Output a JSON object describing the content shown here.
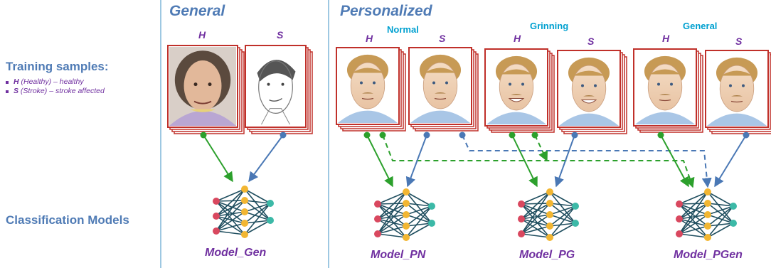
{
  "left_panel": {
    "training_title": "Training samples:",
    "legend": [
      {
        "key": "H",
        "text": " (Healthy) – healthy"
      },
      {
        "key": "S",
        "text": " (Stroke) – stroke affected"
      }
    ],
    "models_title": "Classification Models"
  },
  "sections": {
    "general": "General",
    "personalized": "Personalized"
  },
  "variants": [
    "Normal",
    "Grinning",
    "General"
  ],
  "sample_labels": {
    "h": "H",
    "s": "S"
  },
  "models": [
    "Model_Gen",
    "Model_PN",
    "Model_PG",
    "Model_PGen"
  ],
  "colors": {
    "accent_blue": "#4f7bb5",
    "purple": "#7030a0",
    "cyan": "#00a0d0",
    "green_arrow": "#2ca02c",
    "blue_arrow": "#4a78b5",
    "frame_red": "#c0302a",
    "divider": "#7fb6d9"
  }
}
